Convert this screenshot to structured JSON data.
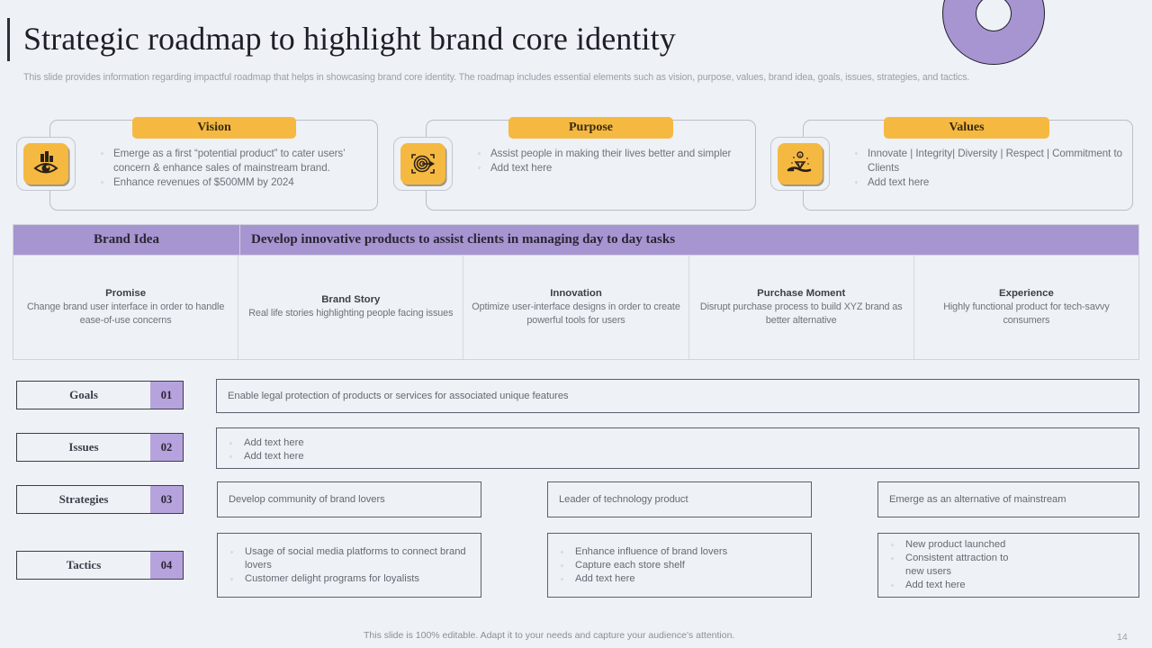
{
  "header": {
    "title": "Strategic roadmap to highlight brand core identity",
    "subtitle": "This slide provides information regarding impactful roadmap that helps in showcasing brand core identity. The roadmap includes essential elements such as vision, purpose, values, brand idea, goals, issues, strategies, and tactics."
  },
  "colors": {
    "background": "#eef1f5",
    "accent_purple": "#a795d1",
    "badge_purple": "#b6a3dd",
    "accent_yellow": "#f5b942",
    "text_dark": "#3b3f4a",
    "text_muted": "#6e737c"
  },
  "top_cards": [
    {
      "label": "Vision",
      "icon": "eye-city-icon",
      "bullets": [
        "Emerge as a first “potential product” to cater users’ concern & enhance sales of mainstream brand.",
        "Enhance revenues of $500MM by 2024"
      ]
    },
    {
      "label": "Purpose",
      "icon": "target-arrow-icon",
      "bullets": [
        "Assist people in making their lives better and simpler",
        "Add text here"
      ]
    },
    {
      "label": "Values",
      "icon": "hand-diamond-icon",
      "bullets": [
        "Innovate  | Integrity| Diversity | Respect | Commitment to Clients",
        "Add text here"
      ]
    }
  ],
  "brand_idea": {
    "header_left": "Brand Idea",
    "header_right": "Develop innovative products to assist clients in managing day to day tasks",
    "cells": [
      {
        "title": "Promise",
        "desc": "Change brand user interface in order to handle ease-of-use concerns"
      },
      {
        "title": "Brand Story",
        "desc": "Real life stories highlighting people facing issues"
      },
      {
        "title": "Innovation",
        "desc": "Optimize user-interface designs in order to create powerful tools for users"
      },
      {
        "title": "Purchase Moment",
        "desc": "Disrupt purchase process to build XYZ brand as better alternative"
      },
      {
        "title": "Experience",
        "desc": "Highly functional product for tech-savvy consumers"
      }
    ]
  },
  "rows": {
    "goals": {
      "label": "Goals",
      "number": "01",
      "text": "Enable legal protection of products or services for associated unique features"
    },
    "issues": {
      "label": "Issues",
      "number": "02",
      "bullets": [
        "Add text here",
        "Add text here"
      ]
    },
    "strategies": {
      "label": "Strategies",
      "number": "03",
      "items": [
        "Develop community of  brand lovers",
        "Leader of technology product",
        "Emerge as an alternative of mainstream"
      ]
    },
    "tactics": {
      "label": "Tactics",
      "number": "04",
      "columns": [
        [
          "Usage of social media platforms to connect brand lovers",
          "Customer delight programs for loyalists"
        ],
        [
          "Enhance influence of brand lovers",
          "Capture each store shelf",
          "Add text here"
        ],
        [
          "New product launched",
          "Consistent attraction to new users",
          "Add text here"
        ]
      ]
    }
  },
  "footer": {
    "note": "This slide is 100% editable. Adapt it to your needs and capture your audience's attention.",
    "page": "14"
  }
}
